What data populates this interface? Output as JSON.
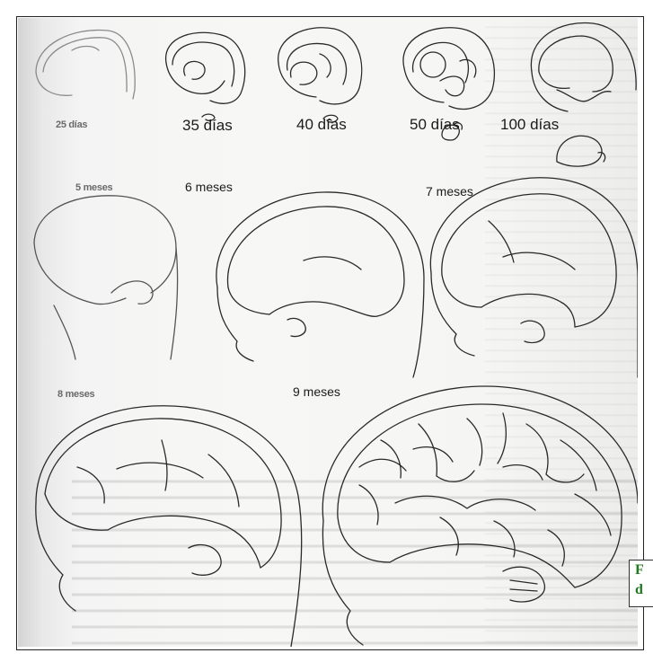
{
  "figure": {
    "labels": {
      "d25": "25 días",
      "d35": "35 días",
      "d40": "40 días",
      "d50": "50 días",
      "d100": "100 días",
      "m5": "5 meses",
      "m6": "6 meses",
      "m7": "7 meses",
      "m8": "8 meses",
      "m9": "9 meses"
    },
    "caption": {
      "line1": "F",
      "line2": "d"
    }
  }
}
